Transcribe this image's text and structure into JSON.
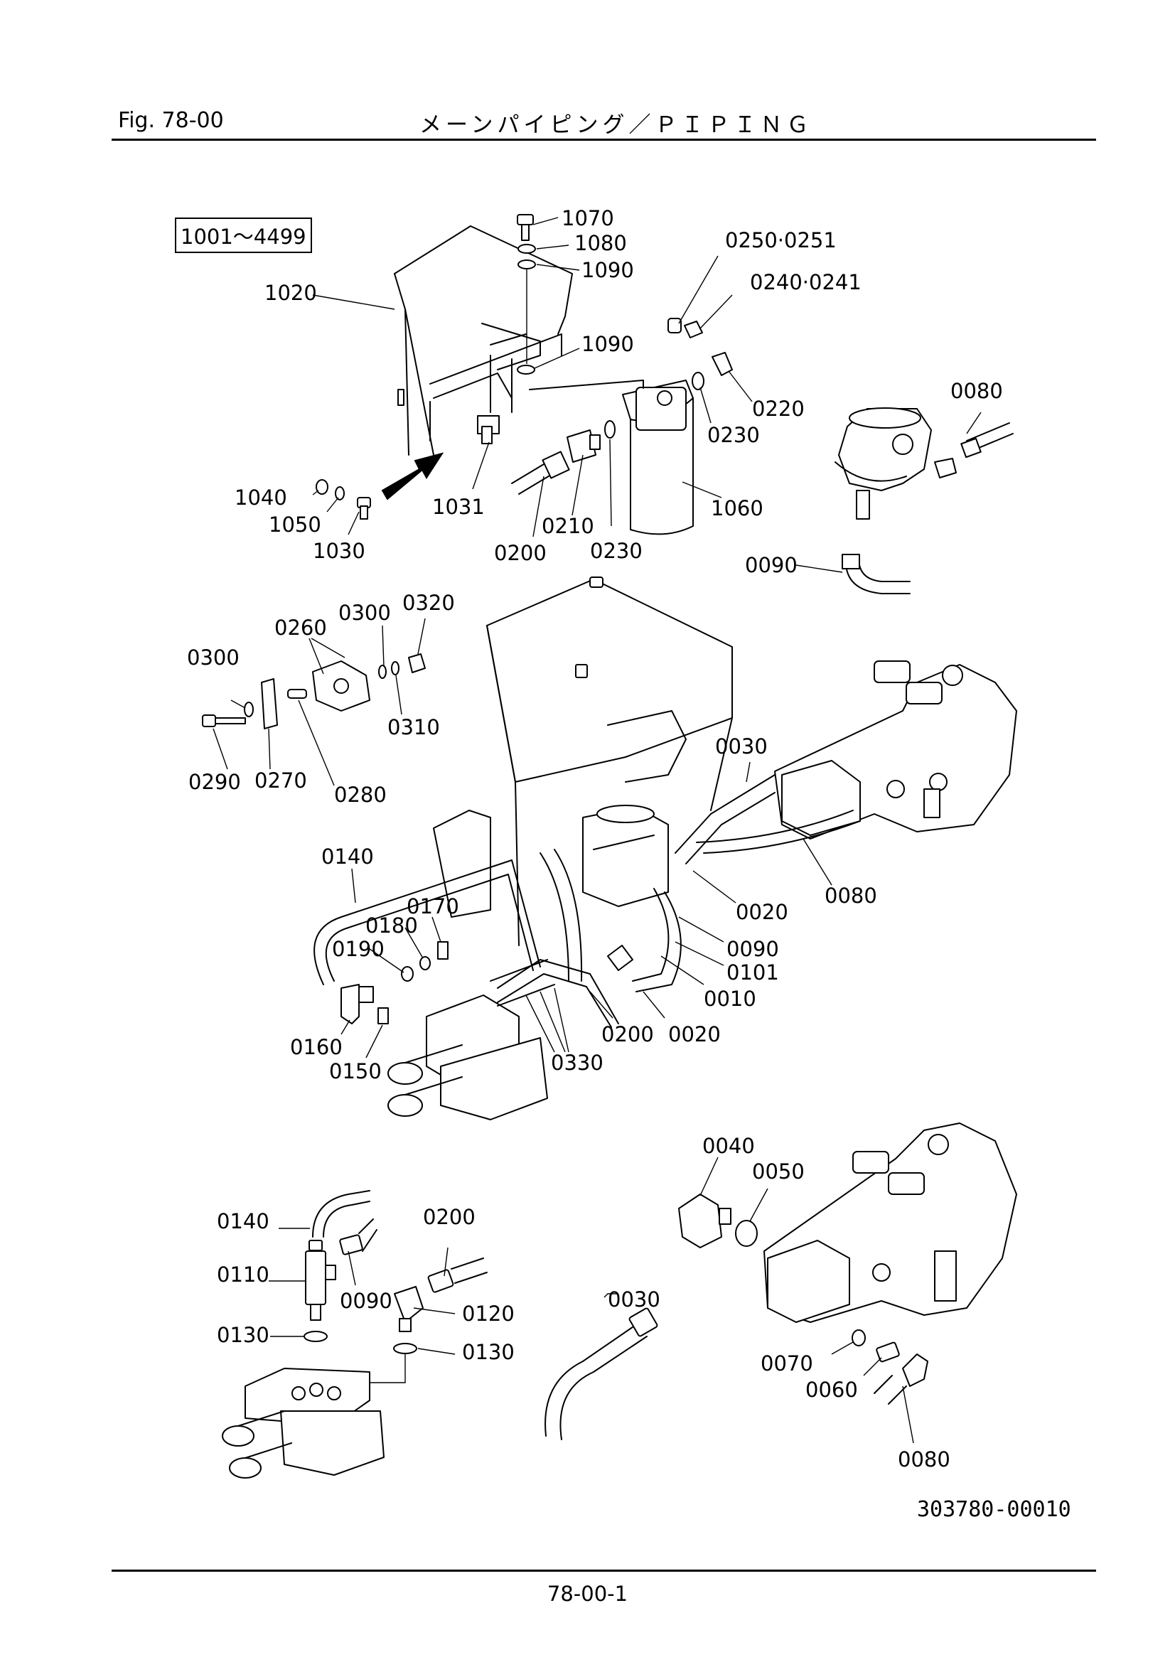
{
  "header": {
    "figure": "Fig.  78-00",
    "title": "メーンパイピング／ＰＩＰＩＮＧ"
  },
  "serial_range": "1001～4499",
  "parts": {
    "p1070": "1070",
    "p1080": "1080",
    "p1090a": "1090",
    "p1090b": "1090",
    "p1020": "1020",
    "p0250": "0250·0251",
    "p0240": "0240·0241",
    "p0220": "0220",
    "p0230a": "0230",
    "p0080a": "0080",
    "p1040": "1040",
    "p1050": "1050",
    "p1030": "1030",
    "p1031": "1031",
    "p0200a": "0200",
    "p0210": "0210",
    "p0230b": "0230",
    "p1060": "1060",
    "p0090a": "0090",
    "p0300a": "0300",
    "p0320": "0320",
    "p0260": "0260",
    "p0300b": "0300",
    "p0310": "0310",
    "p0290": "0290",
    "p0270": "0270",
    "p0280": "0280",
    "p0030a": "0030",
    "p0140a": "0140",
    "p0170": "0170",
    "p0180": "0180",
    "p0190": "0190",
    "p0020a": "0020",
    "p0080b": "0080",
    "p0090b": "0090",
    "p0101": "0101",
    "p0010": "0010",
    "p0160": "0160",
    "p0150": "0150",
    "p0200b": "0200",
    "p0020b": "0020",
    "p0330": "0330",
    "p0040": "0040",
    "p0050": "0050",
    "p0140b": "0140",
    "p0200c": "0200",
    "p0110": "0110",
    "p0090c": "0090",
    "p0120": "0120",
    "p0030b": "0030",
    "p0130a": "0130",
    "p0130b": "0130",
    "p0070": "0070",
    "p0060": "0060",
    "p0080c": "0080"
  },
  "doc_ref": "303780-00010",
  "page_number": "78-00-1"
}
